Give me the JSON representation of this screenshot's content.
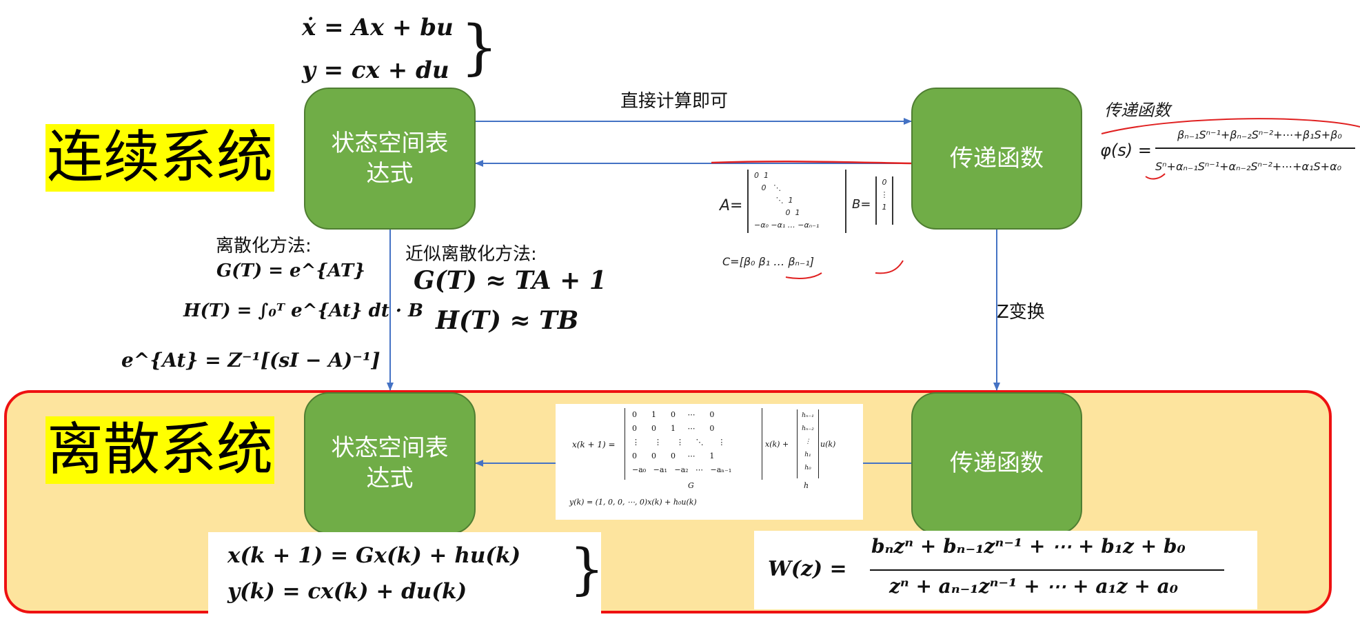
{
  "labels": {
    "continuous": "连续系统",
    "discrete": "离散系统",
    "ss_line1": "状态空间表",
    "ss_line2": "达式",
    "tf": "传递函数",
    "direct": "直接计算即可",
    "ztrans": "Z变换",
    "disc_method": "离散化方法:",
    "approx_method": "近似离散化方法:",
    "hand_title": "传递函数"
  },
  "formulas": {
    "state_eq": "ẋ = Ax + bu",
    "out_eq": "y = cx + du",
    "g_exact": "G(T) = e^{AT}",
    "h_exact": "H(T) = ∫₀ᵀ e^{At} dt · B",
    "eat": "e^{At} = Z⁻¹[(sI − A)⁻¹]",
    "g_approx": "G(T) ≈ TA + 1",
    "h_approx": "H(T) ≈ TB",
    "disc_state": "x(k + 1) = Gx(k) + hu(k)",
    "disc_out": "y(k) = cx(k) + du(k)",
    "w_lhs": "W(z) =",
    "w_num": "bₙzⁿ + bₙ₋₁zⁿ⁻¹ + ⋯ + b₁z + b₀",
    "w_den": "zⁿ + aₙ₋₁zⁿ⁻¹ + ⋯ + a₁z + a₀"
  },
  "handwriting": {
    "phi": "φ(s) =",
    "phi_num": "βₙ₋₁Sⁿ⁻¹+βₙ₋₂Sⁿ⁻²+⋯+β₁S+β₀",
    "phi_den": "Sⁿ+αₙ₋₁Sⁿ⁻¹+αₙ₋₂Sⁿ⁻²+⋯+α₁S+α₀",
    "a_label": "A=",
    "b_label": "B=",
    "c_label": "C=[β₀ β₁ … βₙ₋₁]"
  },
  "colors": {
    "node_fill": "#70ad47",
    "arrow": "#4472c4",
    "region_fill": "#fde49e",
    "region_border": "#ee1111",
    "highlight": "#ffff00"
  }
}
